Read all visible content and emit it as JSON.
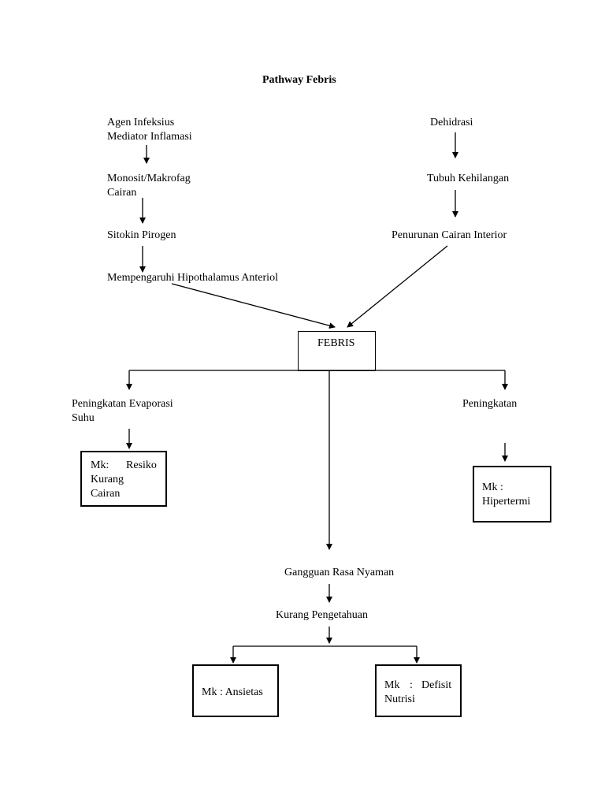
{
  "title": "Pathway Febris",
  "left_chain": {
    "agen": "Agen Infeksius",
    "mediator": "Mediator Inflamasi",
    "monosit": "Monosit/Makrofag",
    "cairan": "Cairan",
    "sitokin": "Sitokin Pirogen",
    "mempengaruhi": "Mempengaruhi Hipothalamus Anteriol"
  },
  "right_chain": {
    "dehidrasi": "Dehidrasi",
    "tubuh": "Tubuh Kehilangan",
    "penurunan": "Penurunan Cairan Interior"
  },
  "center": {
    "febris": "FEBRIS"
  },
  "branches": {
    "evaporasi_1": "Peningkatan Evaporasi",
    "evaporasi_2": "Suhu",
    "peningkatan": "Peningkatan",
    "gangguan": "Gangguan Rasa Nyaman",
    "kurang": "Kurang Pengetahuan"
  },
  "diagnoses": {
    "resiko": {
      "line1_a": "Mk:",
      "line1_b": "Resiko",
      "line2": "Kurang",
      "line3": "Cairan"
    },
    "hipertermi": {
      "line1": "Mk :",
      "line2": "Hipertermi"
    },
    "ansietas": {
      "line1": "Mk : Ansietas"
    },
    "defisit": {
      "line1_a": "Mk",
      "line1_b": ":",
      "line1_c": "Defisit",
      "line2": "Nutrisi"
    }
  }
}
